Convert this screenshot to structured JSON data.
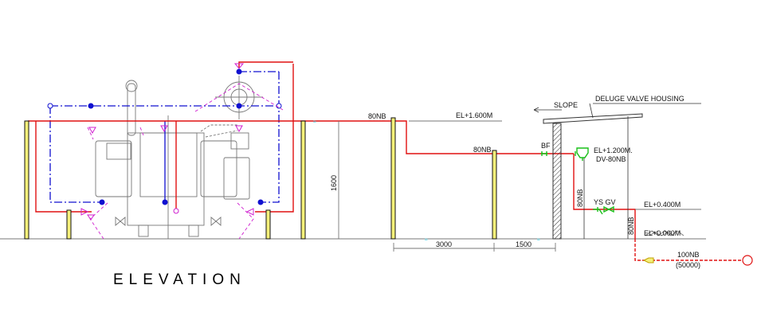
{
  "drawing": {
    "title": "ELEVATION",
    "labels": {
      "pipe_main": "80NB",
      "el_main": "EL+1.600M",
      "pipe_lower": "80NB",
      "bf": "BF",
      "el_dv": "EL+1.200M.",
      "dv": "DV-80NB",
      "pipe_drop": "80NB",
      "ys_gv": "YS GV",
      "el_low": "EL+0.400M",
      "pipe_riser": "80NB",
      "el_ground": "EL+0.000M",
      "pipe_feed": "100NB",
      "feed_length": "(50000)",
      "slope": "SLOPE",
      "housing": "DELUGE VALVE HOUSING"
    },
    "dimensions": {
      "height": "1600",
      "span1": "3000",
      "span2": "1500"
    },
    "colors": {
      "water_pipe": "#e01010",
      "spray_ring": "#1010d0",
      "nozzle": "#d020d0",
      "valve": "#18c018",
      "support": "#f5f07a"
    }
  }
}
